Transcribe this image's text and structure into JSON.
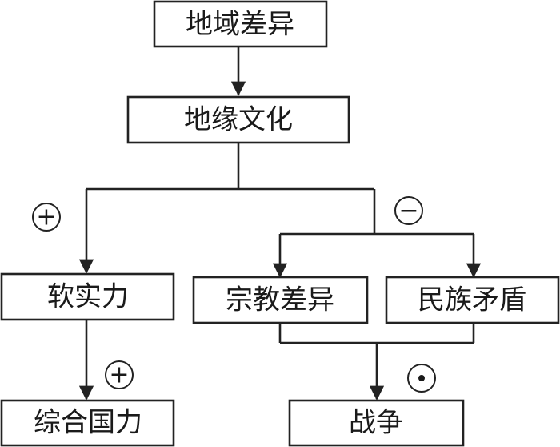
{
  "nodes": {
    "regional_difference": "地域差异",
    "geo_culture": "地缘文化",
    "soft_power": "软实力",
    "religious_difference": "宗教差异",
    "ethnic_conflict": "民族矛盾",
    "national_strength": "综合国力",
    "war": "战争"
  },
  "signs": {
    "soft_power_link": "+",
    "conflict_link": "−",
    "strength_link": "+",
    "war_link": "⊙"
  },
  "colors": {
    "stroke": "#222222",
    "text": "#1a1a1a",
    "background": "#ffffff"
  }
}
